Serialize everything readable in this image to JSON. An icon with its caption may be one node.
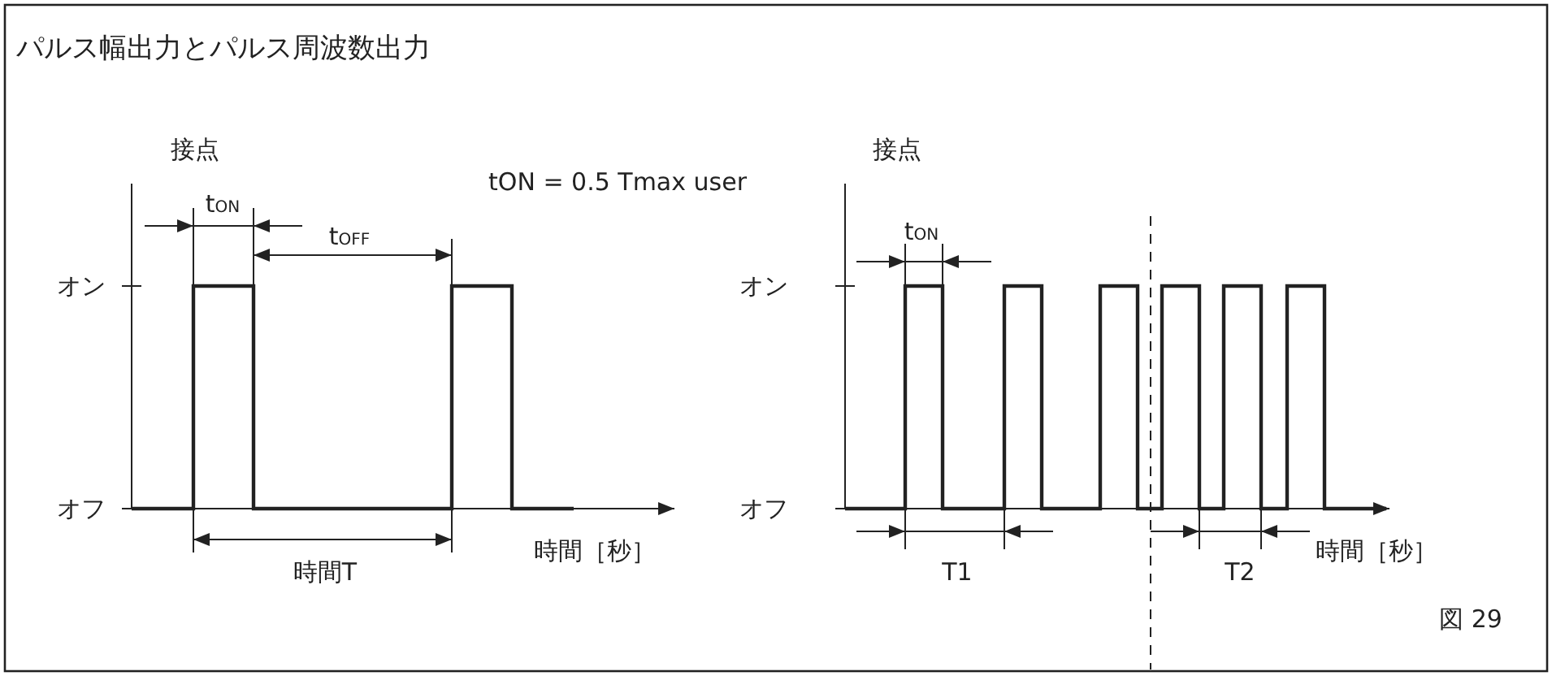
{
  "diagram": {
    "title": "パルス幅出力とパルス周波数出力",
    "labels": [
      "接点",
      "tON = 0.5 Tmax user",
      "接点",
      "t$_{ON}$",
      "t$_{OFF}$",
      "t$_{ON}$",
      "オン",
      "オン",
      "オフ",
      "オフ",
      "時間［秒］",
      "時間［秒］",
      "時間T",
      "T1",
      "T2",
      "図 29"
    ]
  }
}
